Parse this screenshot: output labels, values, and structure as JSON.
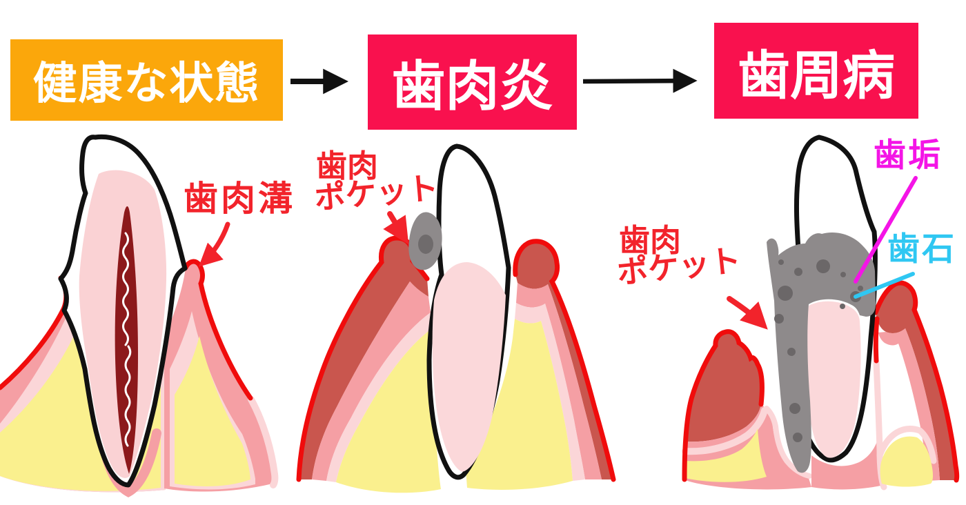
{
  "header": {
    "stages": [
      {
        "label": "健康な状態",
        "bg": "#FBA70B"
      },
      {
        "label": "歯肉炎",
        "bg": "#F9114E"
      },
      {
        "label": "歯周病",
        "bg": "#F9114E"
      }
    ],
    "arrow_color": "#111111"
  },
  "diagrams": {
    "healthy": {
      "annotations": {
        "sulcus": "歯肉溝"
      }
    },
    "gingivitis": {
      "annotations": {
        "pocket_line1": "歯肉",
        "pocket_line2": "ポケット"
      }
    },
    "periodontitis": {
      "annotations": {
        "pocket_line1": "歯肉",
        "pocket_line2": "ポケット",
        "plaque": "歯垢",
        "tartar": "歯石"
      }
    }
  },
  "colors": {
    "stage_healthy_bg": "#FBA70B",
    "stage_disease_bg": "#F9114E",
    "annotation_red": "#F2232B",
    "annotation_magenta": "#F414E6",
    "annotation_cyan": "#2FC7F2",
    "gum_outline_red": "#F00C0C",
    "gum_salmon": "#F59FA4",
    "gum_pale_pink": "#FBD6D8",
    "gum_inflamed_dark_red": "#C9564E",
    "bone_yellow": "#FAF08E",
    "tooth_dentin_pink": "#FAD2D4",
    "root_pink": "#FBD8DA",
    "pulp_maroon": "#8C191B",
    "plaque_gray": "#8E8A8B",
    "tartar_dark_gray": "#6B6768",
    "tooth_outline_black": "#111111"
  }
}
